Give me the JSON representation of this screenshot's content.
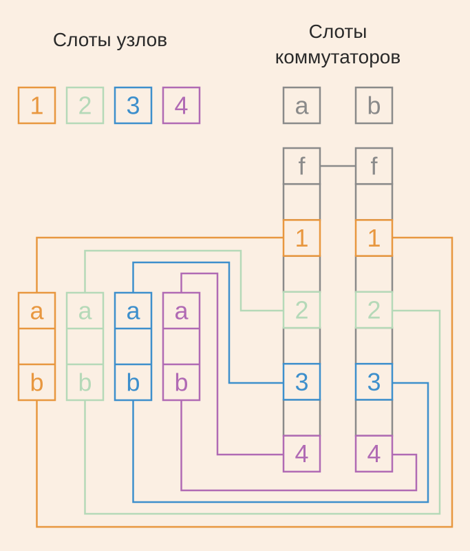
{
  "titles": {
    "node_slots": "Слоты узлов",
    "switch_slots_line1": "Слоты",
    "switch_slots_line2": "коммутаторов"
  },
  "colors": {
    "background": "#fbefe3",
    "node1": "#e8973f",
    "node2": "#b5d9b8",
    "node3": "#3d8fcc",
    "node4": "#b06ab4",
    "switch": "#8a8a8a"
  },
  "legend": {
    "nodes": [
      "1",
      "2",
      "3",
      "4"
    ],
    "switches": [
      "a",
      "b"
    ]
  },
  "node_ports": {
    "top": "a",
    "bottom": "b"
  },
  "switch_columns": [
    {
      "id": "a",
      "slots": [
        "f",
        "",
        "1",
        "",
        "2",
        "",
        "3",
        "",
        "4"
      ]
    },
    {
      "id": "b",
      "slots": [
        "f",
        "",
        "1",
        "",
        "2",
        "",
        "3",
        "",
        "4"
      ]
    }
  ]
}
